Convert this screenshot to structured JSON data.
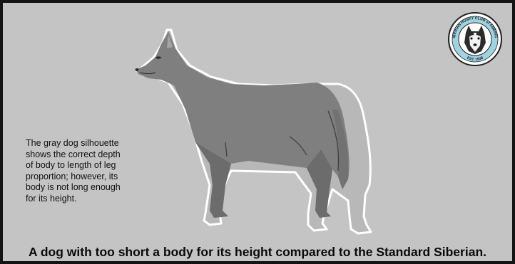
{
  "note": {
    "lines": [
      "The gray dog silhouette",
      "shows the correct depth",
      "of body to length of leg",
      "proportion; however, its",
      "body is not long enough",
      "for its height."
    ]
  },
  "caption": "A dog with too short a body for its height compared to the Standard Siberian.",
  "logo": {
    "ring_text_top": "SIBERIAN HUSKY CLUB of AMERICA",
    "ring_text_bottom": "EST. 1938"
  },
  "colors": {
    "background": "#c4c4c4",
    "silhouette": "#7e7e7e",
    "silhouette_shade": "#6a6a6a",
    "standard_outline": "#ffffff",
    "standard_fill": "#b6b6b6",
    "seal_blue": "#9fd3e0"
  }
}
